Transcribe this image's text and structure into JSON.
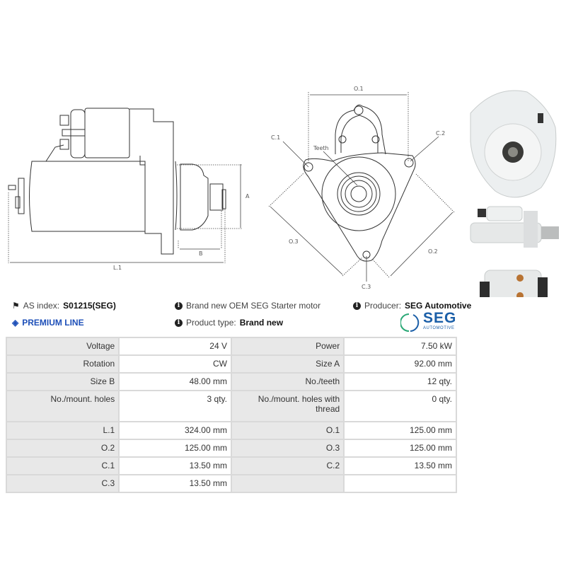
{
  "drawings": {
    "side": {
      "l1": "L.1",
      "a": "A",
      "b": "B"
    },
    "front": {
      "o1": "O.1",
      "o2": "O.2",
      "o3": "O.3",
      "c1": "C.1",
      "c2": "C.2",
      "c3": "C.3",
      "teeth": "Teeth"
    }
  },
  "info": {
    "as_index_label": "AS index:",
    "as_index_value": "S01215(SEG)",
    "premium_line": "PREMIUM LINE",
    "description": "Brand new OEM SEG Starter motor",
    "product_type_label": "Product type:",
    "product_type_value": "Brand new",
    "producer_label": "Producer:",
    "producer_value": "SEG Automotive",
    "brand_logo": {
      "name": "SEG",
      "sub": "AUTOMOTIVE",
      "color": "#1b5fa8",
      "accent": "#2aa876"
    },
    "premium_color": "#1d4fb8"
  },
  "specs": [
    [
      {
        "k": "Voltage",
        "v": "24 V"
      },
      {
        "k": "Power",
        "v": "7.50 kW"
      }
    ],
    [
      {
        "k": "Rotation",
        "v": "CW"
      },
      {
        "k": "Size A",
        "v": "92.00 mm"
      }
    ],
    [
      {
        "k": "Size B",
        "v": "48.00 mm"
      },
      {
        "k": "No./teeth",
        "v": "12 qty."
      }
    ],
    [
      {
        "k": "No./mount. holes",
        "v": "3 qty."
      },
      {
        "k": "No./mount. holes with thread",
        "v": "0 qty."
      }
    ],
    [
      {
        "k": "L.1",
        "v": "324.00 mm"
      },
      {
        "k": "O.1",
        "v": "125.00 mm"
      }
    ],
    [
      {
        "k": "O.2",
        "v": "125.00 mm"
      },
      {
        "k": "O.3",
        "v": "125.00 mm"
      }
    ],
    [
      {
        "k": "C.1",
        "v": "13.50 mm"
      },
      {
        "k": "C.2",
        "v": "13.50 mm"
      }
    ],
    [
      {
        "k": "C.3",
        "v": "13.50 mm"
      },
      {
        "k": "",
        "v": ""
      }
    ]
  ]
}
